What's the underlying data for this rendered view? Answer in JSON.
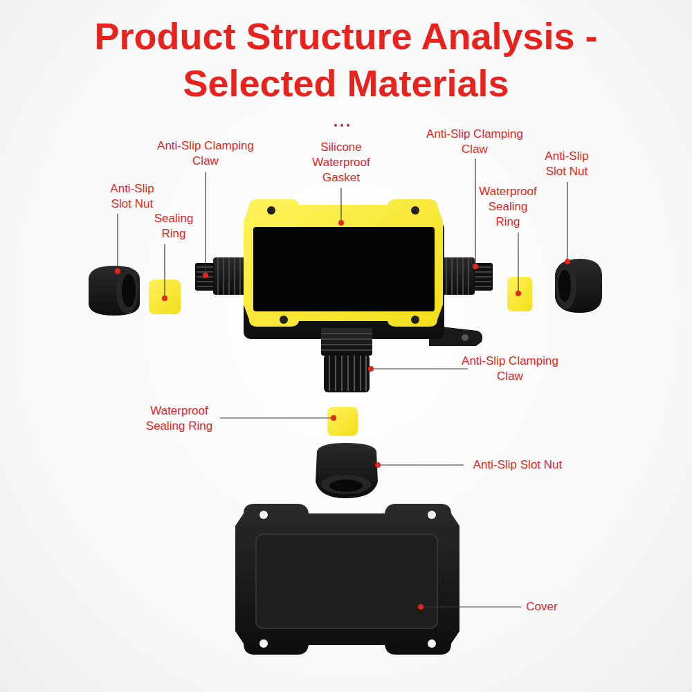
{
  "diagram": {
    "title": "Product Structure Analysis - Selected Materials",
    "labels": [
      "Anti-Slip Clamping Claw",
      "Silicone Waterproof Gasket",
      "Anti-Slip Clamping Claw",
      "Anti-Slip Slot Nut",
      "Anti-Slip Slot Nut",
      "Sealing Ring",
      "Waterproof Sealing Ring",
      "Anti-Slip Clamping Claw",
      "Waterproof Sealing Ring",
      "Anti-Slip Slot Nut",
      "Cover"
    ]
  }
}
